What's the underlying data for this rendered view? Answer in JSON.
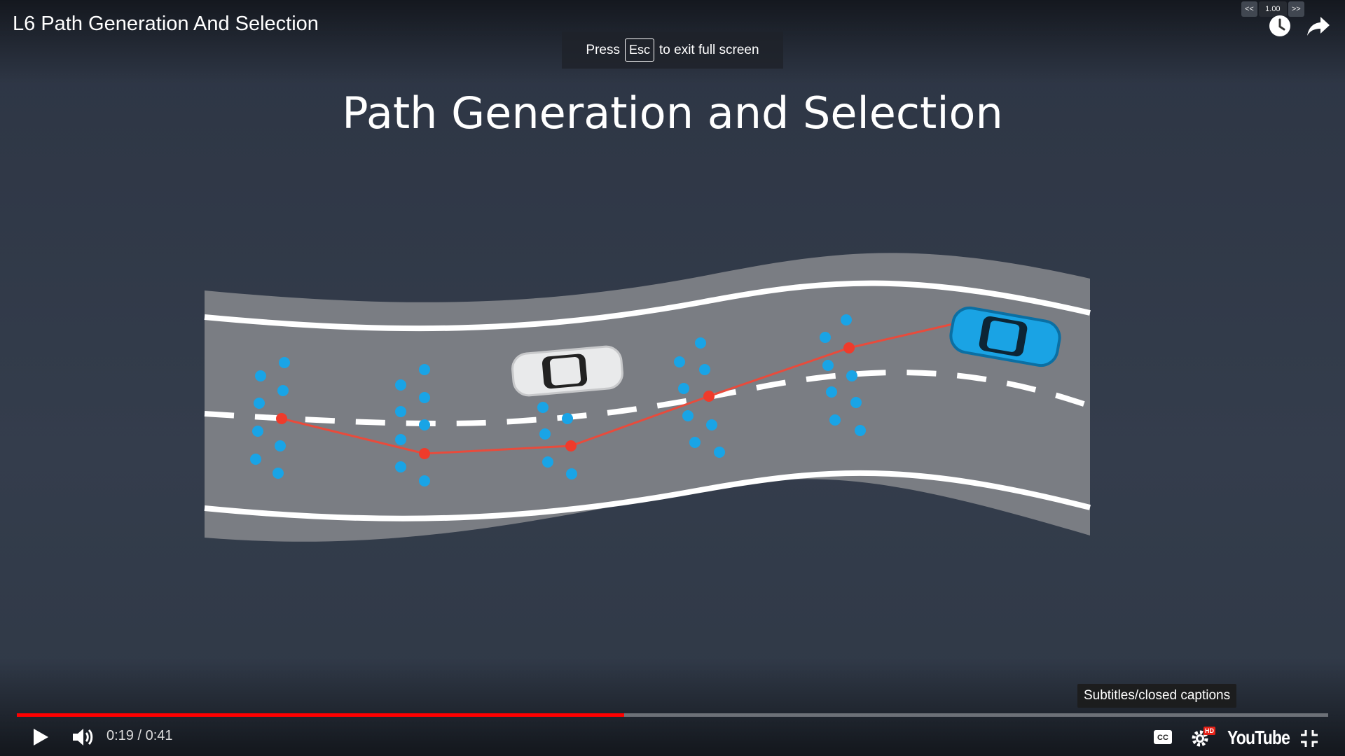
{
  "video": {
    "title": "L6 Path Generation And Selection",
    "slide_title": "Path Generation and Selection"
  },
  "fullscreen_notice": {
    "press": "Press",
    "key": "Esc",
    "rest": "to exit full screen"
  },
  "speed_control": {
    "slower": "<<",
    "value": "1.00",
    "faster": ">>"
  },
  "top_icons": {
    "watch_later": "clock-icon",
    "share": "share-arrow-icon"
  },
  "tooltip": {
    "captions": "Subtitles/closed captions"
  },
  "player": {
    "time": "0:19 / 0:41",
    "progress_fraction": 0.463,
    "progress_color": "#ff0000",
    "logo": "YouTube",
    "hd_badge": "HD"
  },
  "colors": {
    "background": "#323b49",
    "road": "#7a7d83",
    "candidate_point": "#19a4e6",
    "selected_path": "#e84b3c",
    "ego_car": "#1aa3e4"
  }
}
